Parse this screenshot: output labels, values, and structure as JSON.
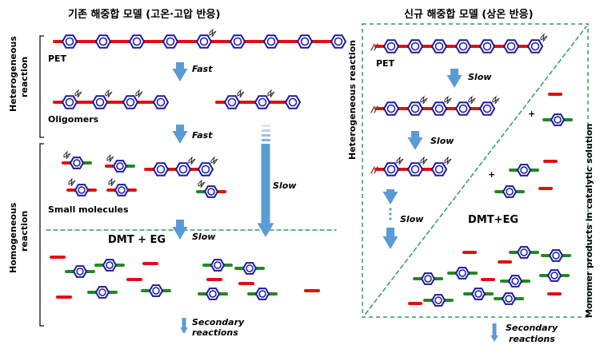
{
  "left_panel": {
    "title": "기존 해중합 모델 (고온·고압 반응)",
    "pet_label": "PET",
    "oligomers_label": "Oligomers",
    "small_molecules_label": "Small molecules",
    "fast_label_1": "Fast",
    "fast_label_2": "Fast",
    "slow_label_long": "Slow",
    "slow_label_bottom": "Slow",
    "products_label": "DMT + EG",
    "secondary_label_1": "Secondary",
    "secondary_label_2": "reactions",
    "hetero_label_1": "Heterogeneous",
    "hetero_label_2": "reaction",
    "homo_label_1": "Homogeneous",
    "homo_label_2": "reaction"
  },
  "right_panel": {
    "title": "신규 해중합 모델 (상온 반응)",
    "pet_label": "PET",
    "slow_label_1": "Slow",
    "slow_label_2": "Slow",
    "slow_label_3": "Slow",
    "plus_1": "+",
    "plus_2": "+",
    "products_label": "DMT+EG",
    "hetero_label": "Heterogeneous reaction",
    "monomer_label": "Monomer products in catalytic solution",
    "secondary_label_1": "Secondary",
    "secondary_label_2": "reactions"
  },
  "colors": {
    "chain_red": "#e01010",
    "ring_blue": "#1a1aa0",
    "end_green": "#1f8a1f",
    "arrow_blue": "#5b9bd5",
    "dashed_green": "#2aa05a",
    "bracket": "#333333"
  }
}
